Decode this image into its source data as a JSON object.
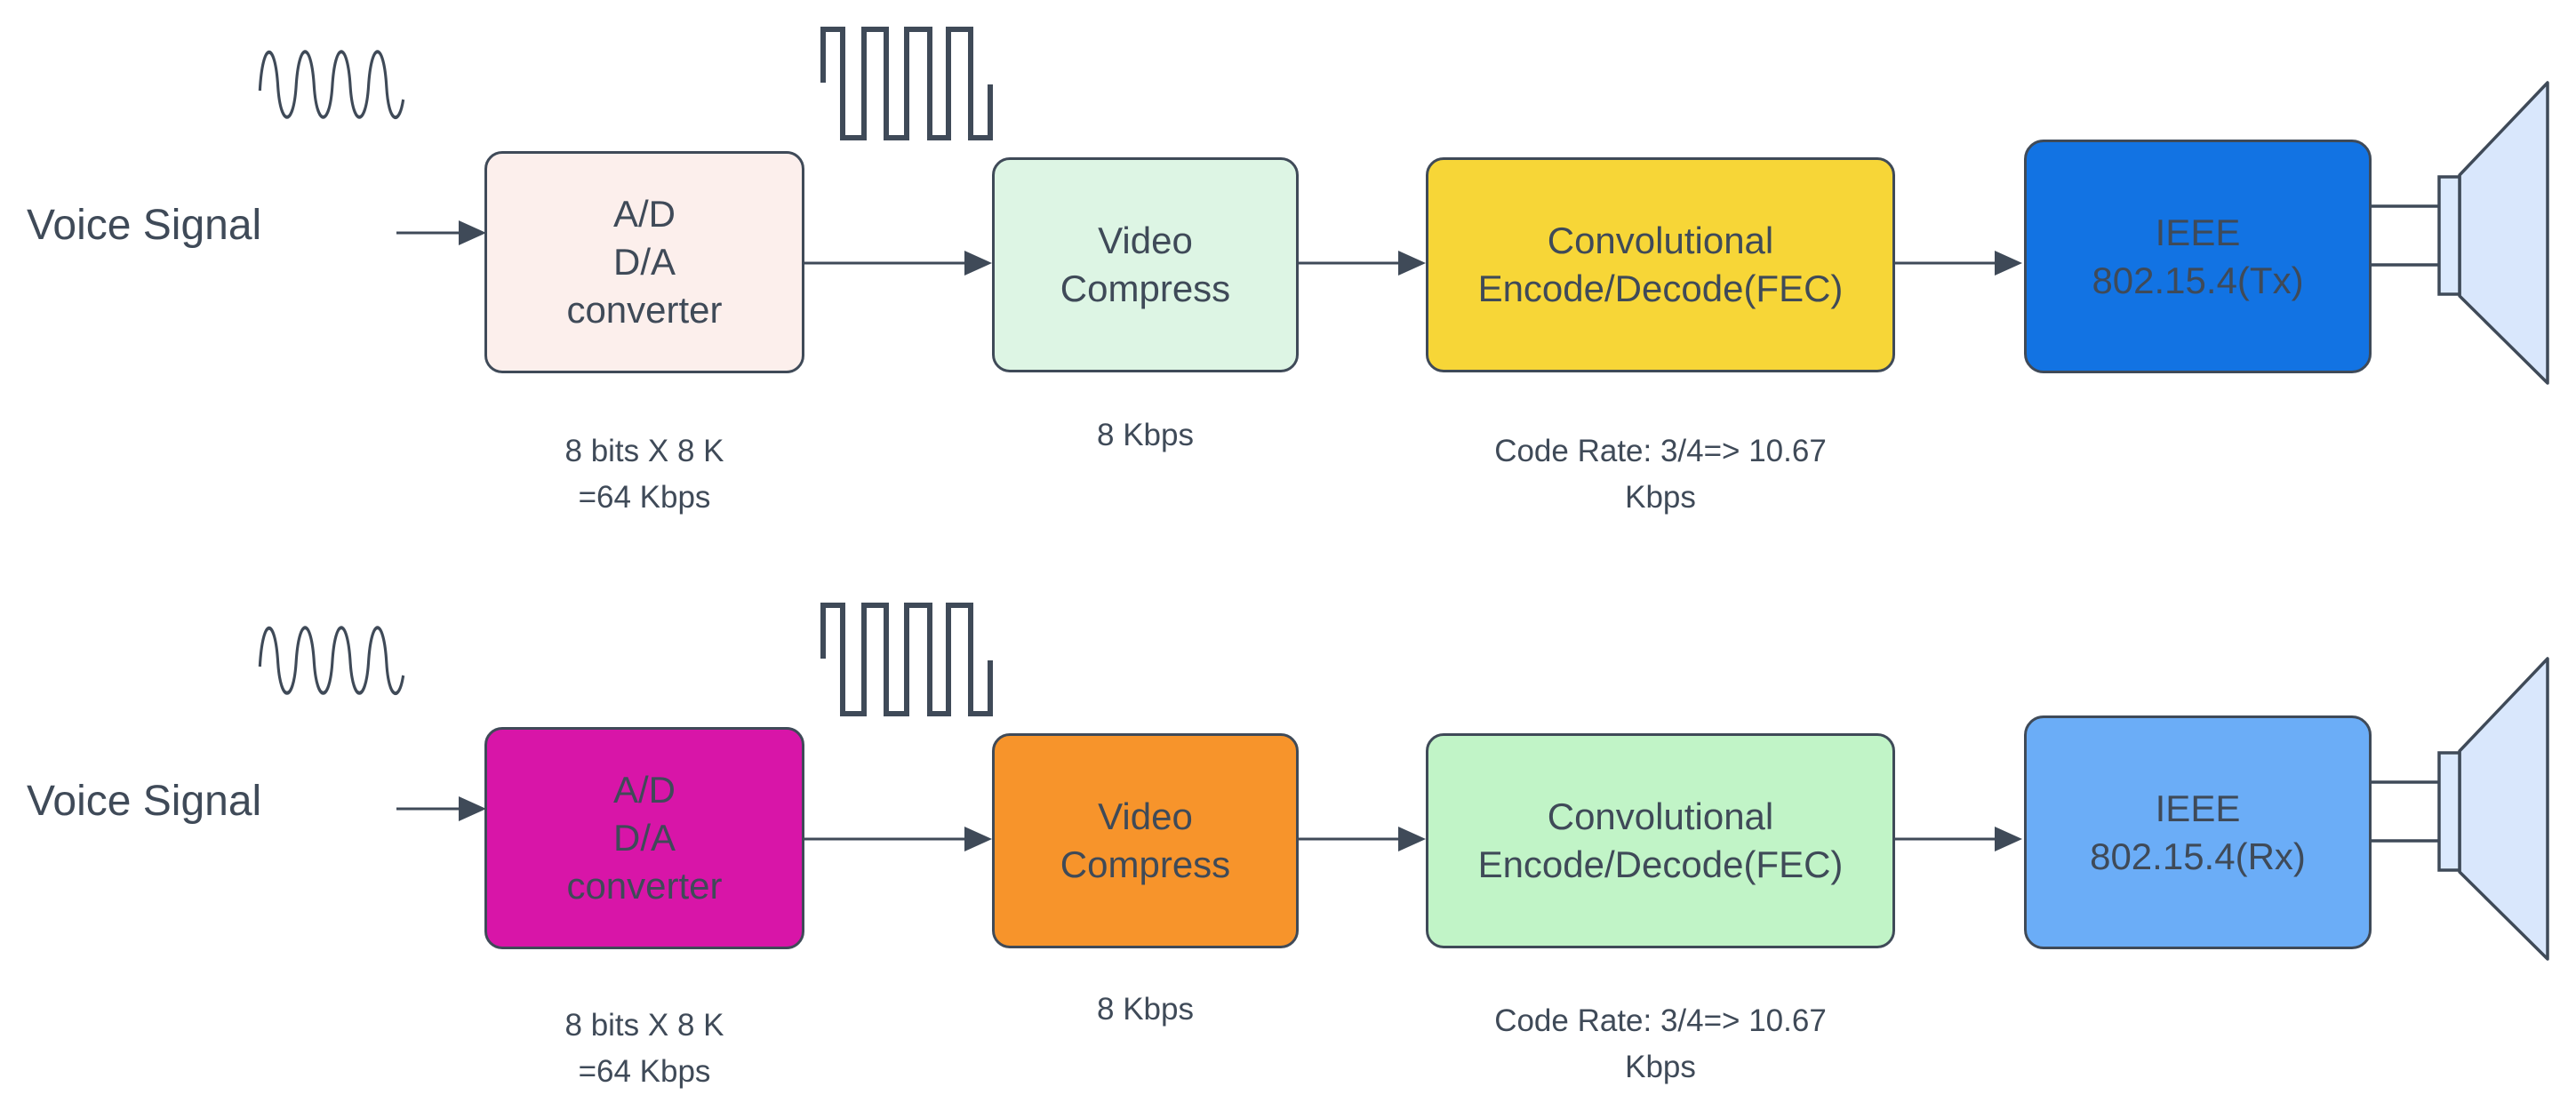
{
  "canvas": {
    "background": "#ffffff",
    "stroke": "#3f4a58",
    "text_color": "#3f4a58",
    "speaker_horn_fill": "#d9e7fc",
    "speaker_rect_fill": "#dbe9fd"
  },
  "chains": [
    {
      "direction": "tx",
      "source_label": "Voice Signal",
      "analog_icon": "sine-wave-icon",
      "digital_icon": "square-wave-icon",
      "output_icon": "loudspeaker-icon",
      "blocks": [
        {
          "id": "ad-da-converter",
          "line1": "A/D",
          "line2": "D/A",
          "line3": "converter",
          "fill": "#fcefec",
          "caption1": "8 bits X 8 K",
          "caption2": "=64 Kbps"
        },
        {
          "id": "video-compress",
          "line1": "Video",
          "line2": "Compress",
          "fill": "#ddf5e4",
          "caption1": "8 Kbps"
        },
        {
          "id": "convolutional-fec",
          "line1": "Convolutional",
          "line2": "Encode/Decode(FEC)",
          "fill": "#f7d637",
          "caption1": "Code Rate: 3/4=> 10.67",
          "caption2": "Kbps"
        },
        {
          "id": "ieee-radio",
          "line1": "IEEE",
          "line2": "802.15.4(Tx)",
          "fill": "#1273e3"
        }
      ]
    },
    {
      "direction": "rx",
      "source_label": "Voice Signal",
      "analog_icon": "sine-wave-icon",
      "digital_icon": "square-wave-icon",
      "output_icon": "loudspeaker-icon",
      "blocks": [
        {
          "id": "ad-da-converter",
          "line1": "A/D",
          "line2": "D/A",
          "line3": "converter",
          "fill": "#d815a8",
          "caption1": "8 bits X 8 K",
          "caption2": "=64 Kbps"
        },
        {
          "id": "video-compress",
          "line1": "Video",
          "line2": "Compress",
          "fill": "#f7942b",
          "caption1": "8 Kbps"
        },
        {
          "id": "convolutional-fec",
          "line1": "Convolutional",
          "line2": "Encode/Decode(FEC)",
          "fill": "#c1f4c7",
          "caption1": "Code Rate: 3/4=> 10.67",
          "caption2": "Kbps"
        },
        {
          "id": "ieee-radio",
          "line1": "IEEE",
          "line2": "802.15.4(Rx)",
          "fill": "#6badf7"
        }
      ]
    }
  ]
}
